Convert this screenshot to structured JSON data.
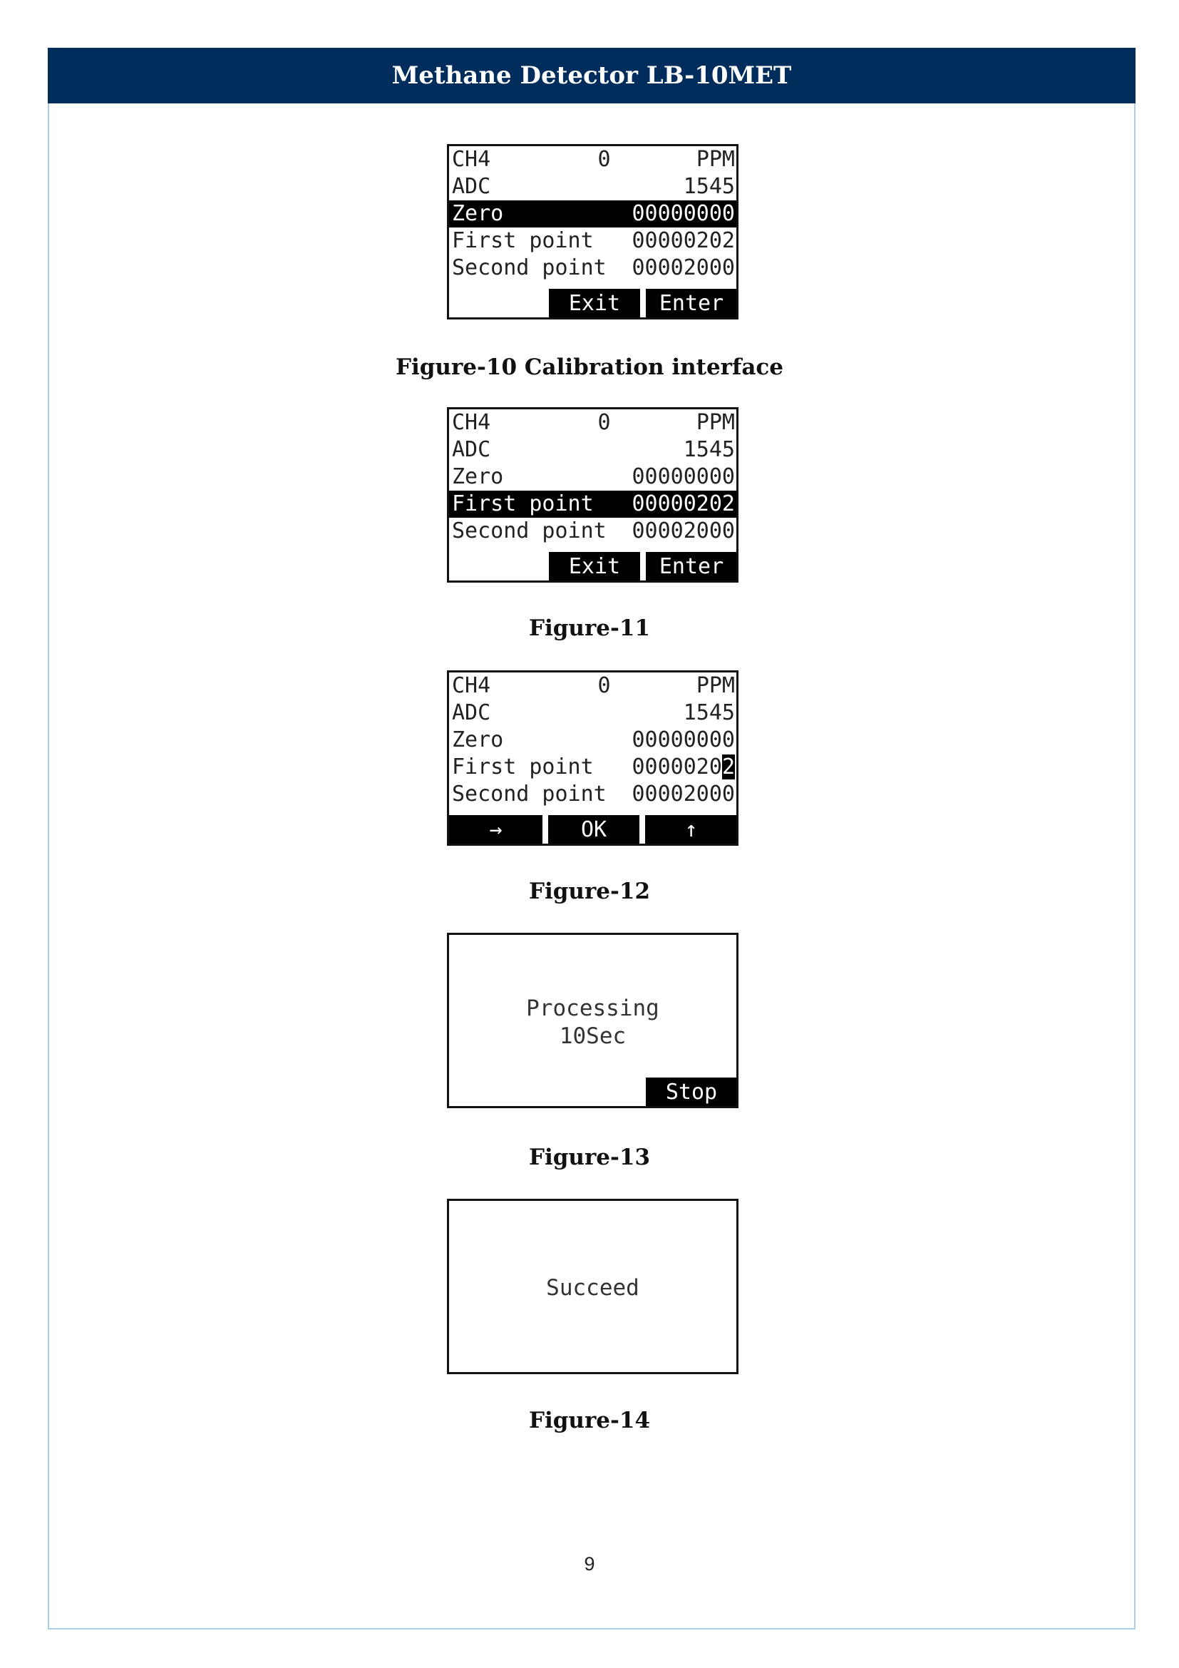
{
  "header": {
    "title": "Methane Detector LB-10MET"
  },
  "figures": [
    {
      "caption": "Figure-10 Calibration interface",
      "rows": [
        {
          "label": "CH4",
          "mid": "0",
          "value": "PPM"
        },
        {
          "label": "ADC",
          "mid": "",
          "value": "1545"
        },
        {
          "label": "Zero",
          "mid": "",
          "value": "00000000"
        },
        {
          "label": "First point",
          "mid": "",
          "value": "00000202"
        },
        {
          "label": "Second point",
          "mid": "",
          "value": "00002000"
        }
      ],
      "highlighted_row": "Zero",
      "softkeys": [
        "Exit",
        "Enter"
      ]
    },
    {
      "caption": "Figure-11",
      "rows": [
        {
          "label": "CH4",
          "mid": "0",
          "value": "PPM"
        },
        {
          "label": "ADC",
          "mid": "",
          "value": "1545"
        },
        {
          "label": "Zero",
          "mid": "",
          "value": "00000000"
        },
        {
          "label": "First point",
          "mid": "",
          "value": "00000202"
        },
        {
          "label": "Second point",
          "mid": "",
          "value": "00002000"
        }
      ],
      "highlighted_row": "First point",
      "softkeys": [
        "Exit",
        "Enter"
      ]
    },
    {
      "caption": "Figure-12",
      "rows": [
        {
          "label": "CH4",
          "mid": "0",
          "value": "PPM"
        },
        {
          "label": "ADC",
          "mid": "",
          "value": "1545"
        },
        {
          "label": "Zero",
          "mid": "",
          "value": "00000000"
        },
        {
          "label": "First point",
          "mid": "",
          "value_prefix": "0000020",
          "value_cursor": "2"
        },
        {
          "label": "Second point",
          "mid": "",
          "value": "00002000"
        }
      ],
      "softkeys": [
        "→",
        "OK",
        "↑"
      ]
    },
    {
      "caption": "Figure-13",
      "lines": [
        "Processing",
        "10Sec"
      ],
      "softkeys": [
        "Stop"
      ]
    },
    {
      "caption": "Figure-14",
      "lines": [
        "Succeed"
      ]
    }
  ],
  "page_number": "9"
}
